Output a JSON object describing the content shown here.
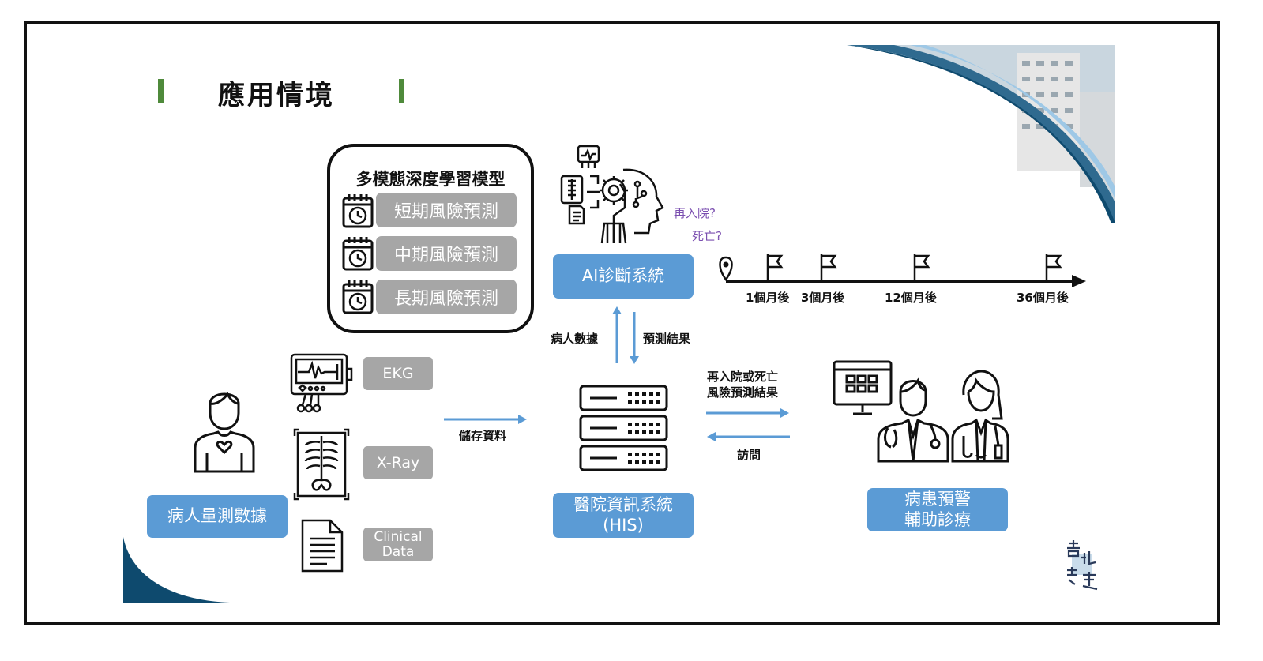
{
  "slide": {
    "title": "應用情境",
    "model": {
      "heading": "多模態深度學習模型",
      "items": [
        "短期風險預測",
        "中期風險預測",
        "長期風險預測"
      ]
    },
    "ai_box": "AI診斷系統",
    "ai_questions": [
      "再入院?",
      "死亡?"
    ],
    "timeline": [
      "1個月後",
      "3個月後",
      "12個月後",
      "36個月後"
    ],
    "patient_box": "病人量測數據",
    "data_types": [
      "EKG",
      "X-Ray",
      "Clinical\nData"
    ],
    "store_label": "儲存資料",
    "up_label": "病人數據",
    "down_label": "預測結果",
    "his_box": "醫院資訊系統\n(HIS)",
    "result_label": "再入院或死亡\n風險預測結果",
    "visit_label": "訪問",
    "alert_box": "病患預警\n輔助診療",
    "logo_text": "臺北榮總",
    "colors": {
      "accent_blue": "#5b9bd5",
      "green_bar": "#4f8a3b",
      "dark_navy": "#0e4a6e",
      "box_gray": "#a6a6a6",
      "purple": "#7b4fb0"
    }
  }
}
